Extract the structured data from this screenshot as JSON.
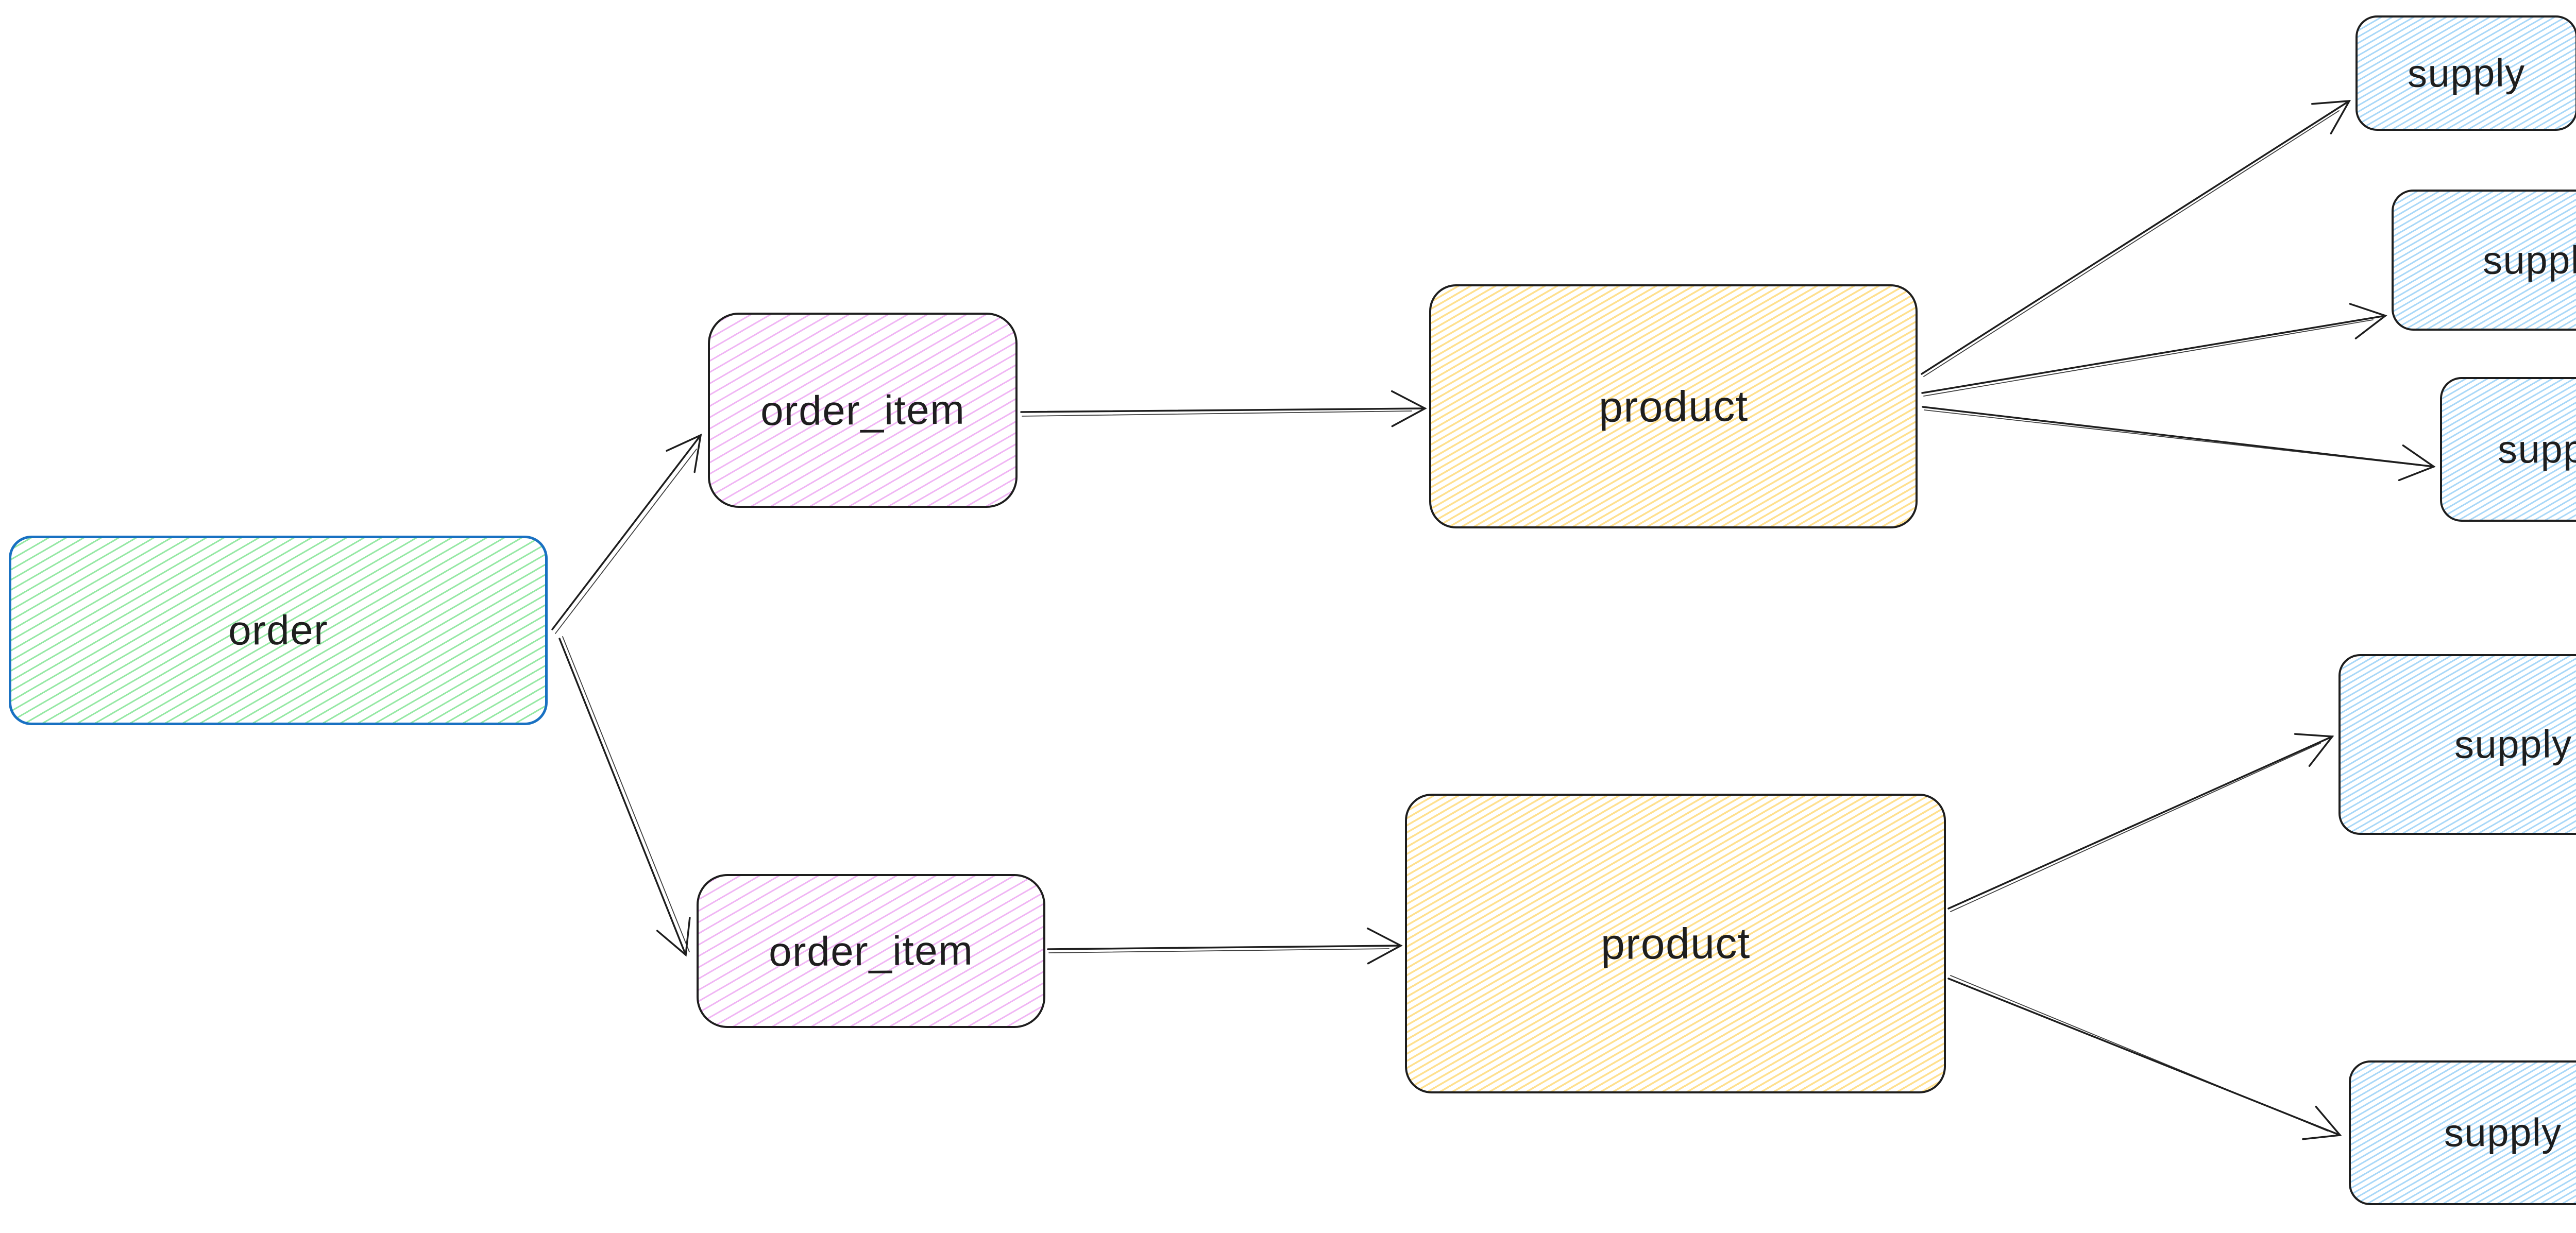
{
  "diagram": {
    "type": "flow-diagram",
    "background_color": "#ffffff",
    "default_stroke_color": "#1e1e1e",
    "arrow_color": "#1e1e1e",
    "fill_style": "hachure",
    "nodes": [
      {
        "id": "order",
        "label": "order",
        "fill_color": "#96e8a5",
        "stroke_color": "#1971c2"
      },
      {
        "id": "order_item_top",
        "label": "order_item",
        "fill_color": "#f0b6f4",
        "stroke_color": "#1e1e1e"
      },
      {
        "id": "order_item_bottom",
        "label": "order_item",
        "fill_color": "#f0b6f4",
        "stroke_color": "#1e1e1e"
      },
      {
        "id": "product_top",
        "label": "product",
        "fill_color": "#ffe08f",
        "stroke_color": "#1e1e1e"
      },
      {
        "id": "product_bottom",
        "label": "product",
        "fill_color": "#ffe08f",
        "stroke_color": "#1e1e1e"
      },
      {
        "id": "supply_top_1",
        "label": "supply",
        "fill_color": "#a9d8f8",
        "stroke_color": "#1e1e1e"
      },
      {
        "id": "supply_top_2",
        "label": "supply",
        "fill_color": "#a9d8f8",
        "stroke_color": "#1e1e1e"
      },
      {
        "id": "supply_top_3",
        "label": "supply",
        "fill_color": "#a9d8f8",
        "stroke_color": "#1e1e1e"
      },
      {
        "id": "supply_bottom_1",
        "label": "supply",
        "fill_color": "#a9d8f8",
        "stroke_color": "#1e1e1e"
      },
      {
        "id": "supply_bottom_2",
        "label": "supply",
        "fill_color": "#a9d8f8",
        "stroke_color": "#1e1e1e"
      }
    ],
    "edges": [
      {
        "from": "order",
        "to": "order_item_top"
      },
      {
        "from": "order",
        "to": "order_item_bottom"
      },
      {
        "from": "order_item_top",
        "to": "product_top"
      },
      {
        "from": "order_item_bottom",
        "to": "product_bottom"
      },
      {
        "from": "product_top",
        "to": "supply_top_1"
      },
      {
        "from": "product_top",
        "to": "supply_top_2"
      },
      {
        "from": "product_top",
        "to": "supply_top_3"
      },
      {
        "from": "product_bottom",
        "to": "supply_bottom_1"
      },
      {
        "from": "product_bottom",
        "to": "supply_bottom_2"
      }
    ]
  }
}
